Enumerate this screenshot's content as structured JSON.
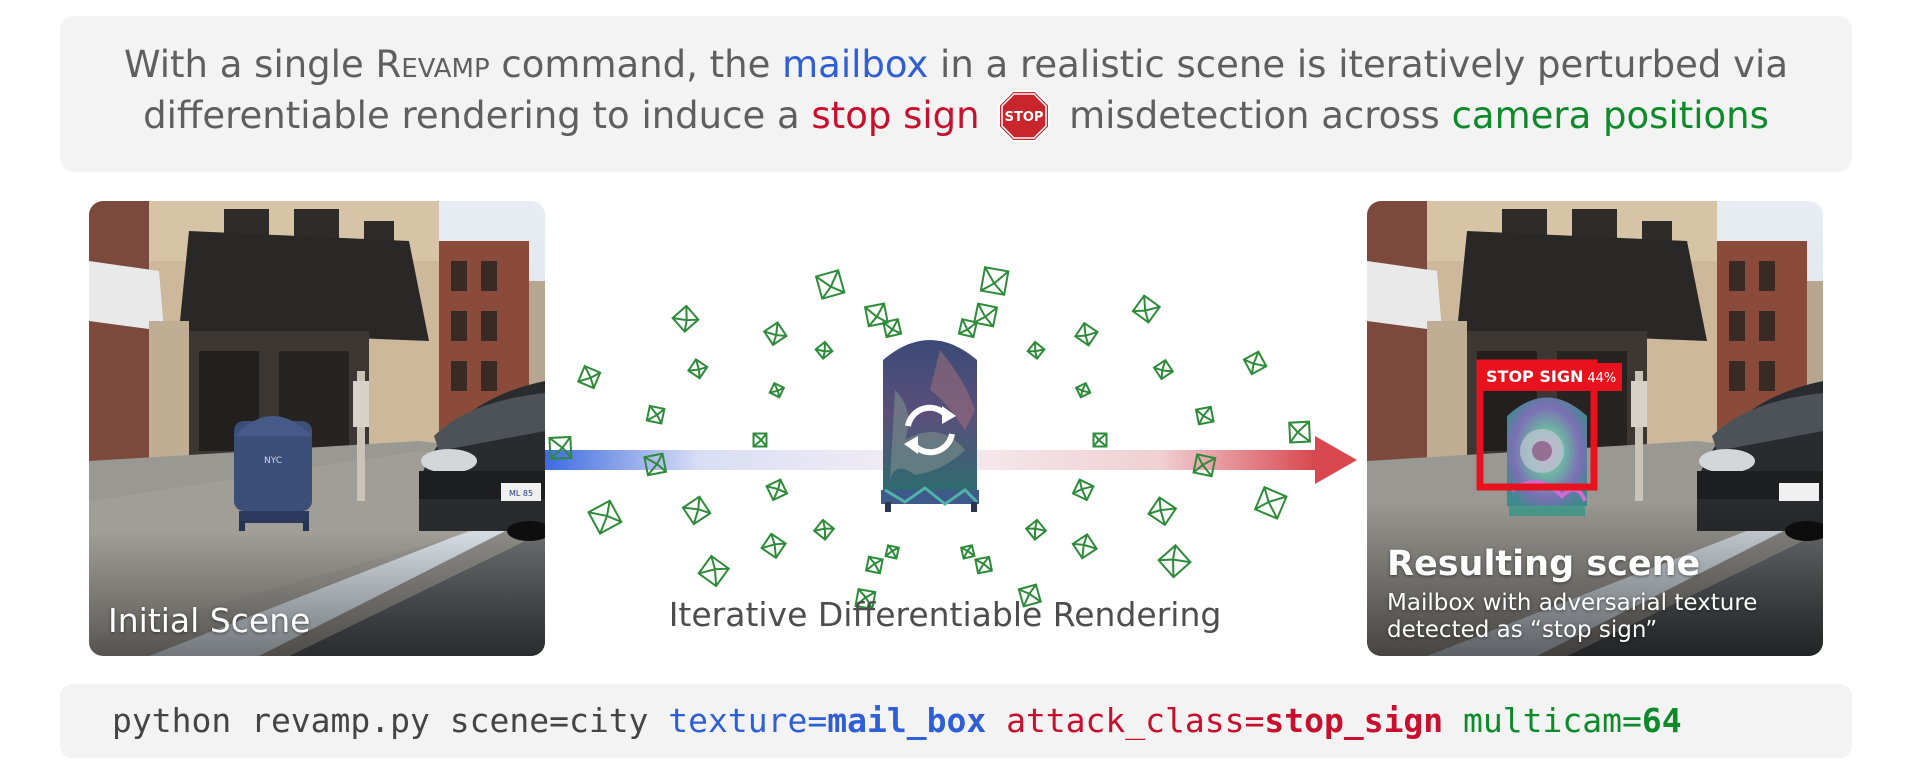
{
  "headline": {
    "line1_a": "With a single ",
    "line1_revamp": "Revamp",
    "line1_b": " command, the ",
    "line1_mailbox": "mailbox",
    "line1_c": " in a realistic scene is iteratively perturbed via",
    "line2_a": "differentiable rendering to induce a ",
    "line2_stop": "stop sign",
    "line2_b": " misdetection across ",
    "line2_camera": "camera positions",
    "stop_icon_text": "STOP"
  },
  "left_panel": {
    "label": "Initial Scene",
    "mailbox_text": "NYC",
    "plate_text": "ML 85"
  },
  "center": {
    "caption": "Iterative Differentiable Rendering",
    "camera_count_shown": 44
  },
  "right_panel": {
    "label": "Resulting scene",
    "sublabel_line1": "Mailbox with adversarial texture",
    "sublabel_line2": "detected as “stop sign”",
    "detection_label": "STOP SIGN",
    "detection_score": "44%"
  },
  "command": {
    "prefix": "python revamp.py scene=city ",
    "texture_key": "texture=",
    "texture_val": "mail_box",
    "attack_key": " attack_class=",
    "attack_val": "stop_sign",
    "multicam_key": " multicam=",
    "multicam_val": "64"
  },
  "colors": {
    "blue": "#2f5fd6",
    "red": "#c8102e",
    "green": "#0f8a2a",
    "camera_green": "#2e8b3a",
    "detection_red": "#e8121e"
  }
}
